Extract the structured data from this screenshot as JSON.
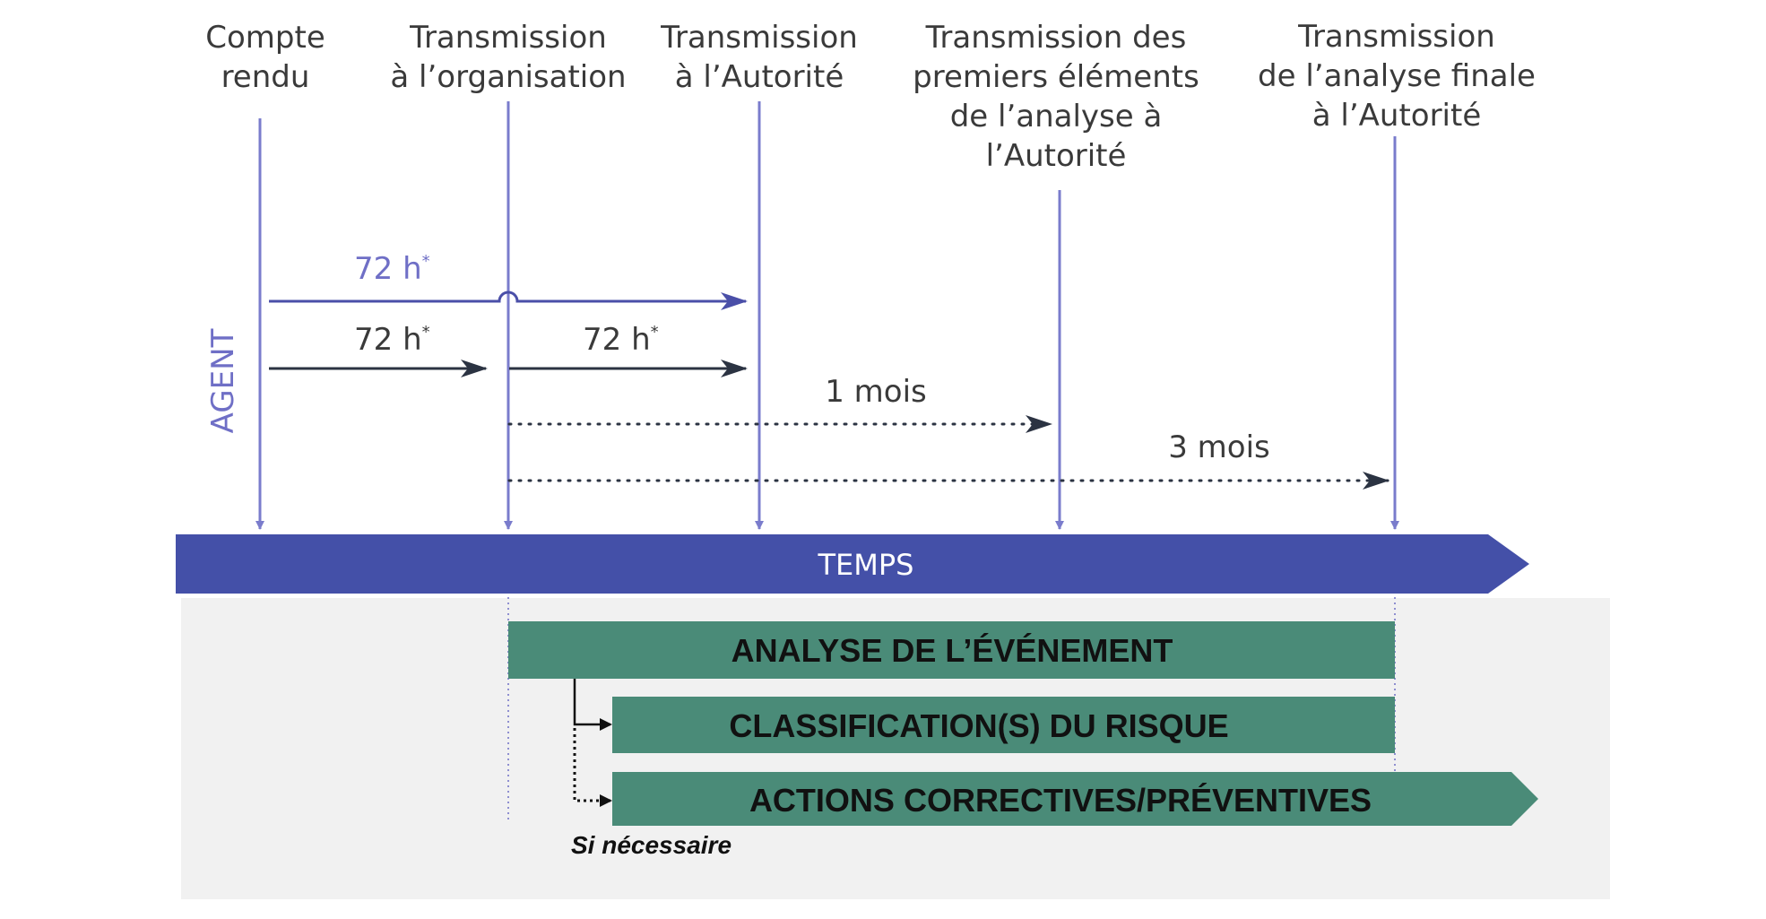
{
  "milestones": [
    {
      "lines": [
        "Compte",
        "rendu"
      ]
    },
    {
      "lines": [
        "Transmission",
        "à l’organisation"
      ]
    },
    {
      "lines": [
        "Transmission",
        "à l’Autorité"
      ]
    },
    {
      "lines": [
        "Transmission des",
        "premiers éléments",
        "de l’analyse à",
        "l’Autorité"
      ]
    },
    {
      "lines": [
        "Transmission",
        "de l’analyse finale",
        "à l’Autorité"
      ]
    }
  ],
  "agent_label": "AGENT",
  "durations": {
    "direct": "72 h",
    "agent_to_org": "72 h",
    "org_to_authority": "72 h",
    "one_month": "1 mois",
    "three_months": "3 mois",
    "asterisk": "*"
  },
  "timeline_label": "TEMPS",
  "bars": {
    "analysis": "ANALYSE DE L’ÉVÉNEMENT",
    "classification": "CLASSIFICATION(S) DU RISQUE",
    "actions": "ACTIONS CORRECTIVES/PRÉVENTIVES"
  },
  "if_needed": "Si nécessaire",
  "colors": {
    "timeline": "#4450a8",
    "milestone_line": "#7a7ccc",
    "direct_arrow": "#4a4fa8",
    "dark_arrow": "#2b3342",
    "green_bar": "#4a8b78",
    "panel": "#f1f1f1"
  }
}
